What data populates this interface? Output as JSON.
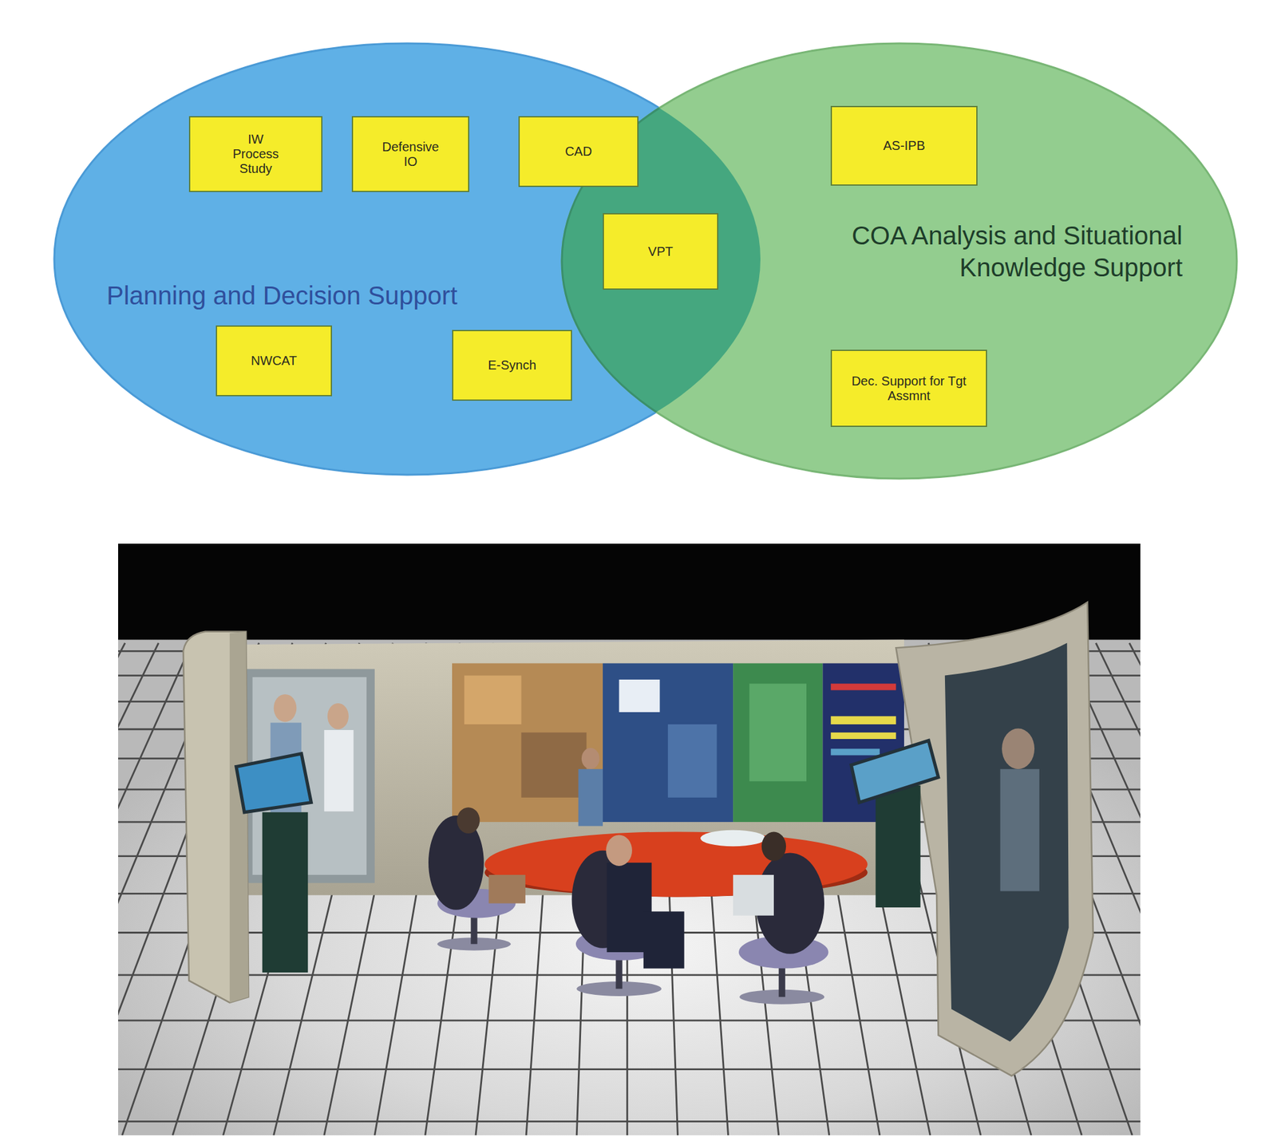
{
  "diagram": {
    "nodes": [
      {
        "text": [
          "Planning and Decision Support"
        ]
      },
      {
        "text": [
          "IW Process Study"
        ],
        "in": 0
      },
      {
        "text": [
          "Defensive IO"
        ],
        "in": 0
      },
      {
        "text": [
          "CAD"
        ],
        "in": 0
      },
      {
        "text": [
          "NWCAT"
        ],
        "in": 0
      },
      {
        "text": [
          "E-Synch"
        ],
        "in": 0
      },
      {
        "text": [
          "VPT"
        ]
      },
      {
        "text": [
          "COA Analysis and Situational Knowledge Support"
        ]
      },
      {
        "text": [
          "AS-IPB"
        ],
        "in": 7
      },
      {
        "text": [
          "Dec. Support for Tgt Assmnt"
        ],
        "in": 7
      }
    ]
  }
}
